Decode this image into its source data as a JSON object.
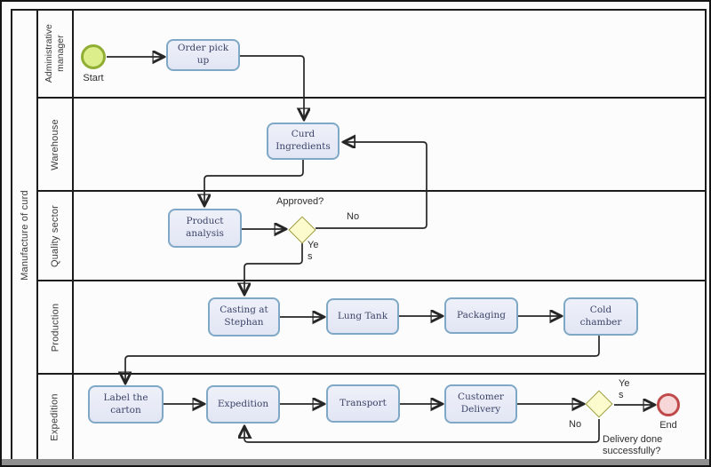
{
  "pool": {
    "title": "Manufacture of curd"
  },
  "lanes": [
    {
      "label": "Administrative manager"
    },
    {
      "label": "Warehouse"
    },
    {
      "label": "Quality sector"
    },
    {
      "label": "Production"
    },
    {
      "label": "Expedition"
    }
  ],
  "nodes": {
    "start": {
      "label": "Start",
      "type": "start-event"
    },
    "order_pickup": {
      "label": "Order pick up",
      "type": "task"
    },
    "curd_ingredients": {
      "label": "Curd Ingredients",
      "type": "task"
    },
    "product_analysis": {
      "label": "Product analysis",
      "type": "task"
    },
    "gateway_approved": {
      "label": "Approved?",
      "type": "gateway"
    },
    "casting_at_stephan": {
      "label": "Casting at Stephan",
      "type": "task"
    },
    "lung_tank": {
      "label": "Lung Tank",
      "type": "task"
    },
    "packaging": {
      "label": "Packaging",
      "type": "task"
    },
    "cold_chamber": {
      "label": "Cold chamber",
      "type": "task"
    },
    "label_the_carton": {
      "label": "Label the carton",
      "type": "task"
    },
    "expedition": {
      "label": "Expedition",
      "type": "task"
    },
    "transport": {
      "label": "Transport",
      "type": "task"
    },
    "customer_delivery": {
      "label": "Customer Delivery",
      "type": "task"
    },
    "gateway_delivery": {
      "label": "Delivery done successfully?",
      "type": "gateway"
    },
    "end": {
      "label": "End",
      "type": "end-event"
    }
  },
  "edge_labels": {
    "approved_yes": "Yes",
    "approved_no": "No",
    "delivery_yes": "Yes",
    "delivery_no": "No"
  },
  "colors": {
    "task_fill": "#e6e9f6",
    "task_border": "#7fa8c6",
    "gateway_fill": "#fbfbce",
    "gateway_border": "#9d9d44",
    "start_fill": "#dcee8b",
    "start_border": "#8fae33",
    "end_fill": "#f6d6d6",
    "end_border": "#c04a4a",
    "line": "#262626"
  }
}
